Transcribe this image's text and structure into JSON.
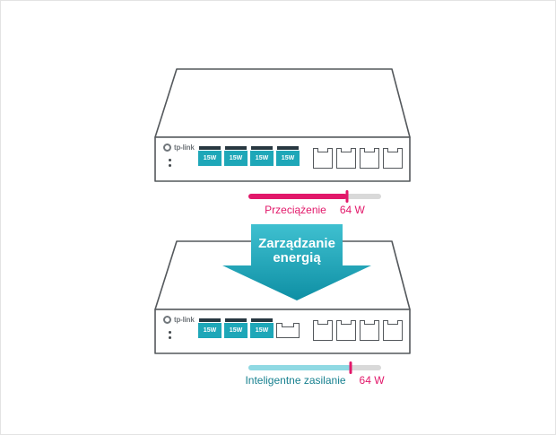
{
  "title": "PoE power management diagram",
  "colors": {
    "teal": "#1ea7b8",
    "teal_light": "#8fd9e3",
    "arrow_top": "#3fc0d0",
    "arrow_bottom": "#0e8fa4",
    "magenta": "#e2186a",
    "track": "#d9d9d9",
    "outline": "#54585c",
    "label_teal": "#17808f",
    "brand_gray": "#70767b",
    "port_slot": "#273740"
  },
  "switch_top": {
    "brand": "tp-link",
    "poe_ports": [
      {
        "type": "poe",
        "label": "15W"
      },
      {
        "type": "poe",
        "label": "15W"
      },
      {
        "type": "poe",
        "label": "15W"
      },
      {
        "type": "poe",
        "label": "15W"
      }
    ],
    "uplink_ports": 4
  },
  "switch_bottom": {
    "brand": "tp-link",
    "poe_ports": [
      {
        "type": "poe",
        "label": "15W"
      },
      {
        "type": "poe",
        "label": "15W"
      },
      {
        "type": "poe",
        "label": "15W"
      },
      {
        "type": "empty",
        "label": ""
      }
    ],
    "uplink_ports": 4
  },
  "overload_bar": {
    "label": "Przeciążenie",
    "value": "64 W",
    "fill_percent": 74
  },
  "arrow": {
    "line1": "Zarządzanie",
    "line2": "energią"
  },
  "smart_bar": {
    "label": "Inteligentne zasilanie",
    "value": "64 W",
    "fill_percent": 77
  }
}
